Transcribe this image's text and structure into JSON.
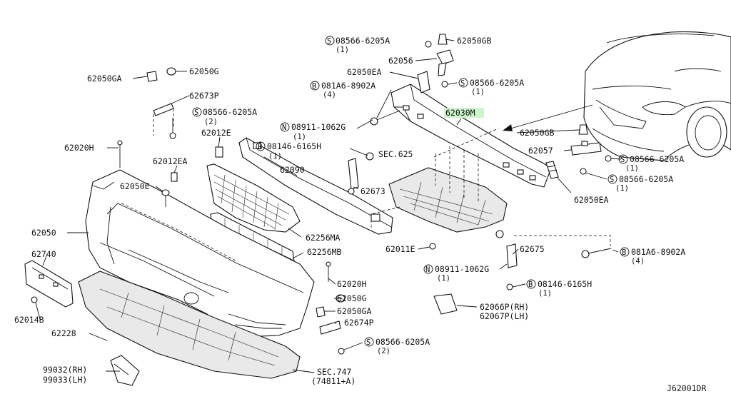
{
  "diagram_id": "J62001DR",
  "highlight_color": "#ccf5cc",
  "labels": {
    "p62050GA_top": "62050GA",
    "p62050G_top": "62050G",
    "p62673P": "62673P",
    "s08566_a": "08566-6205A",
    "s08566_a_qty": "(2)",
    "p62020H_top": "62020H",
    "p62012E": "62012E",
    "p62012EA": "62012EA",
    "p62050E": "62050E",
    "p62050": "62050",
    "p62740": "62740",
    "p62014B": "62014B",
    "p62228": "62228",
    "p99032": "99032(RH)",
    "p99033": "99033(LH)",
    "p62090": "62090",
    "n08911_a": "08911-1062G",
    "n08911_a_qty": "(1)",
    "b08146_a": "08146-6165H",
    "b08146_a_qty": "(1)",
    "sec625": "SEC.625",
    "p62673": "62673",
    "p62256MA": "62256MA",
    "p62256MB": "62256MB",
    "p62020H_mid": "62020H",
    "p62050G_mid": "62050G",
    "p62050GA_mid": "62050GA",
    "p62674P": "62674P",
    "s08566_b": "08566-6205A",
    "s08566_b_qty": "(2)",
    "sec747": "SEC.747",
    "sec747_sub": "(74811+A)",
    "s08566_c": "08566-6205A",
    "s08566_c_qty": "(1)",
    "p62050GB_top": "62050GB",
    "p62056": "62056",
    "p62050EA_top": "62050EA",
    "s08566_d": "08566-6205A",
    "s08566_d_qty": "(1)",
    "b081A6_a": "081A6-8902A",
    "b081A6_a_qty": "(4)",
    "p62030M": "62030M",
    "p62050GB_right": "62050GB",
    "p62057": "62057",
    "s08566_e": "08566-6205A",
    "s08566_e_qty": "(1)",
    "s08566_f": "08566-6205A",
    "s08566_f_qty": "(1)",
    "p62050EA_right": "62050EA",
    "p62011E": "62011E",
    "p62675": "62675",
    "n08911_b": "08911-1062G",
    "n08911_b_qty": "(1)",
    "b081A6_b": "081A6-8902A",
    "b081A6_b_qty": "(4)",
    "b08146_b": "08146-6165H",
    "b08146_b_qty": "(1)",
    "p62066P": "62066P(RH)",
    "p62067P": "62067P(LH)",
    "sym_s": "S",
    "sym_n": "N",
    "sym_b": "B"
  }
}
